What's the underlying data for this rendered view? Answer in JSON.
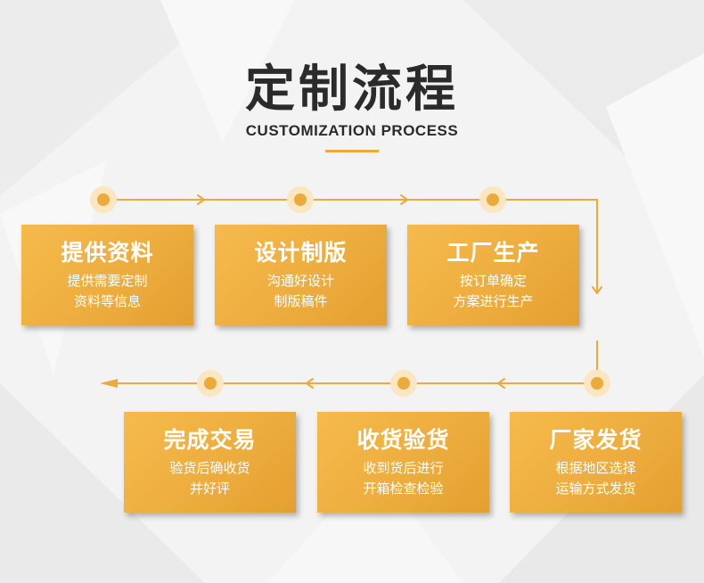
{
  "header": {
    "title": "定制流程",
    "subtitle": "CUSTOMIZATION PROCESS"
  },
  "colors": {
    "accent": "#ecaa3b",
    "card_top": "#f6ba4c",
    "card_bottom": "#e49f30",
    "text_dark": "#2b2b2b",
    "background": "#f4f4f4"
  },
  "steps": [
    {
      "title": "提供资料",
      "line1": "提供需要定制",
      "line2": "资料等信息"
    },
    {
      "title": "设计制版",
      "line1": "沟通好设计",
      "line2": "制版稿件"
    },
    {
      "title": "工厂生产",
      "line1": "按订单确定",
      "line2": "方案进行生产"
    },
    {
      "title": "完成交易",
      "line1": "验货后确收货",
      "line2": "并好评"
    },
    {
      "title": "收货验货",
      "line1": "收到货后进行",
      "line2": "开箱检查检验"
    },
    {
      "title": "厂家发货",
      "line1": "根据地区选择",
      "line2": "运输方式发货"
    }
  ]
}
